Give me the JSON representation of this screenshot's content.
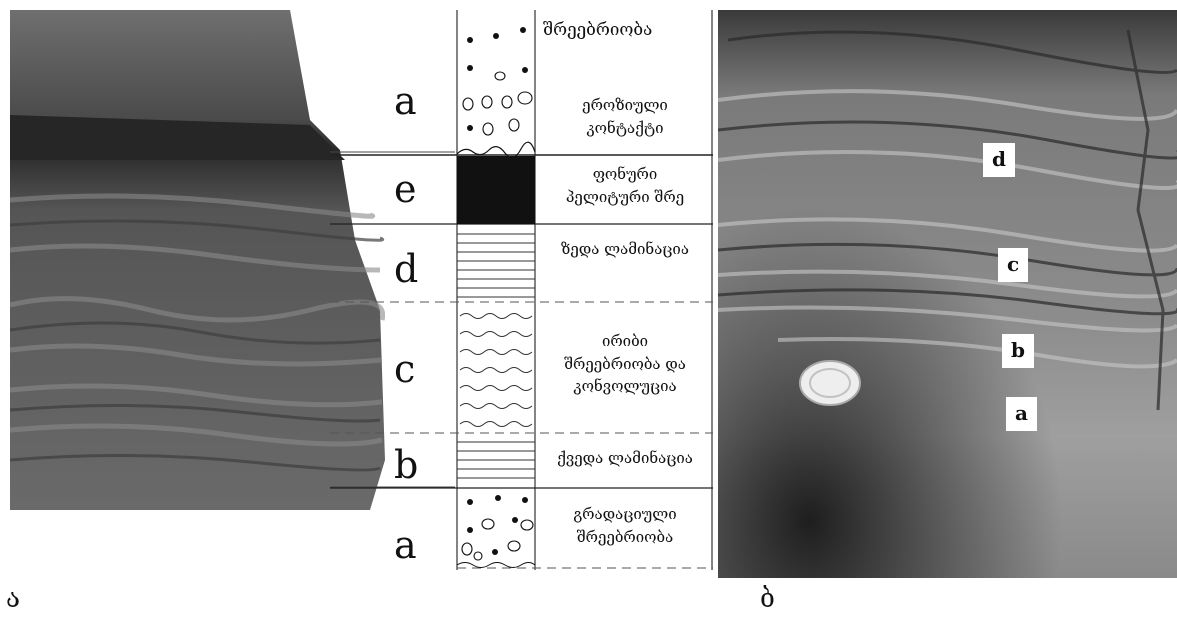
{
  "column": {
    "units": [
      {
        "letter": "a",
        "description_lines": [
          "ეროზიული",
          "კონტაქტი"
        ]
      },
      {
        "letter": "e",
        "description_lines": [
          "ფონური",
          "პელიტური შრე"
        ]
      },
      {
        "letter": "d",
        "description_lines": [
          "ზედა ლამინაცია"
        ]
      },
      {
        "letter": "c",
        "description_lines": [
          "ირიბი",
          "შრეებრიობა და",
          "კონვოლუცია"
        ]
      },
      {
        "letter": "b",
        "description_lines": [
          "ქვედა ლამინაცია"
        ]
      },
      {
        "letter": "a",
        "description_lines": [
          "გრადაციული",
          "შრეებრიობა"
        ]
      }
    ],
    "top_label": "შრეებრიობა"
  },
  "photo_b_labels": [
    "d",
    "c",
    "b",
    "a"
  ],
  "captions": {
    "left": "ა",
    "right": "ბ"
  },
  "colors": {
    "mudstone": "#111111",
    "rock_dark": "#2e2e2e",
    "rock_light": "#bdbdbd"
  }
}
